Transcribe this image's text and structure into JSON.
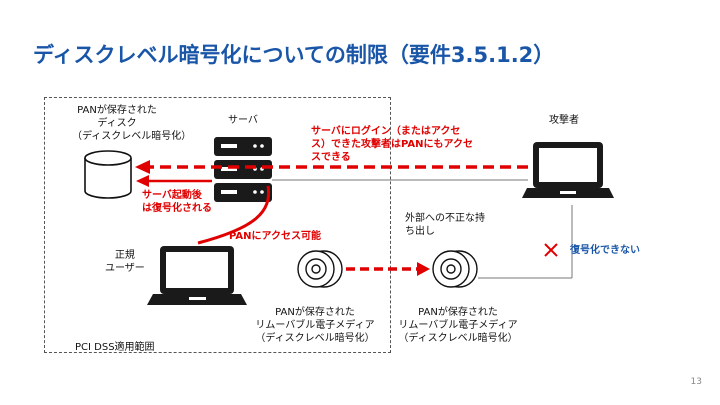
{
  "slide": {
    "title": "ディスクレベル暗号化についての制限（要件3.5.1.2）",
    "page_number": "13",
    "scope_label": "PCI DSS適用範囲"
  },
  "labels": {
    "disk_line1": "PANが保存された",
    "disk_line2": "ディスク",
    "disk_line3": "（ディスクレベル暗号化）",
    "server": "サーバ",
    "attacker": "攻撃者",
    "attacker_note_line1": "サーバにログイン（またはアクセ",
    "attacker_note_line2": "ス）できた攻撃者はPANにもアクセ",
    "attacker_note_line3": "スできる",
    "boot_note_line1": "サーバ起動後",
    "boot_note_line2": "は復号化される",
    "pan_access": "PANにアクセス可能",
    "user_line1": "正規",
    "user_line2": "ユーザー",
    "carry_out_line1": "外部への不正な持",
    "carry_out_line2": "ち出し",
    "cannot_decrypt": "復号化できない",
    "media_inside_line1": "PANが保存された",
    "media_inside_line2": "リムーバブル電子メディア",
    "media_inside_line3": "（ディスクレベル暗号化）",
    "media_outside_line1": "PANが保存された",
    "media_outside_line2": "リムーバブル電子メディア",
    "media_outside_line3": "（ディスクレベル暗号化）"
  },
  "colors": {
    "title": "#1a56a8",
    "alert": "#e00000",
    "note_blue": "#1a56a8"
  }
}
